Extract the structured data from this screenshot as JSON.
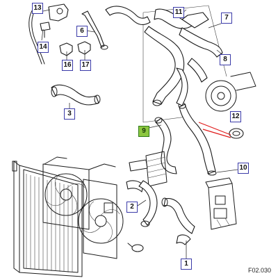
{
  "callouts": [
    {
      "id": "1",
      "label": "1",
      "color": "white"
    },
    {
      "id": "2",
      "label": "2",
      "color": "white"
    },
    {
      "id": "3",
      "label": "3",
      "color": "white"
    },
    {
      "id": "6",
      "label": "6",
      "color": "white"
    },
    {
      "id": "7",
      "label": "7",
      "color": "white"
    },
    {
      "id": "8",
      "label": "8",
      "color": "white"
    },
    {
      "id": "9",
      "label": "9",
      "color": "green"
    },
    {
      "id": "10",
      "label": "10",
      "color": "white"
    },
    {
      "id": "11",
      "label": "11",
      "color": "white"
    },
    {
      "id": "12",
      "label": "12",
      "color": "white"
    },
    {
      "id": "13",
      "label": "13",
      "color": "white"
    },
    {
      "id": "14",
      "label": "14",
      "color": "white"
    },
    {
      "id": "16",
      "label": "16",
      "color": "white"
    },
    {
      "id": "17",
      "label": "17",
      "color": "white"
    }
  ],
  "figure_code": "F02.030",
  "colors": {
    "callout_border": "#3a3aa8",
    "highlight_green": "#8cc63f",
    "leader_red": "#e01a1a",
    "line": "#1a1a1a"
  }
}
